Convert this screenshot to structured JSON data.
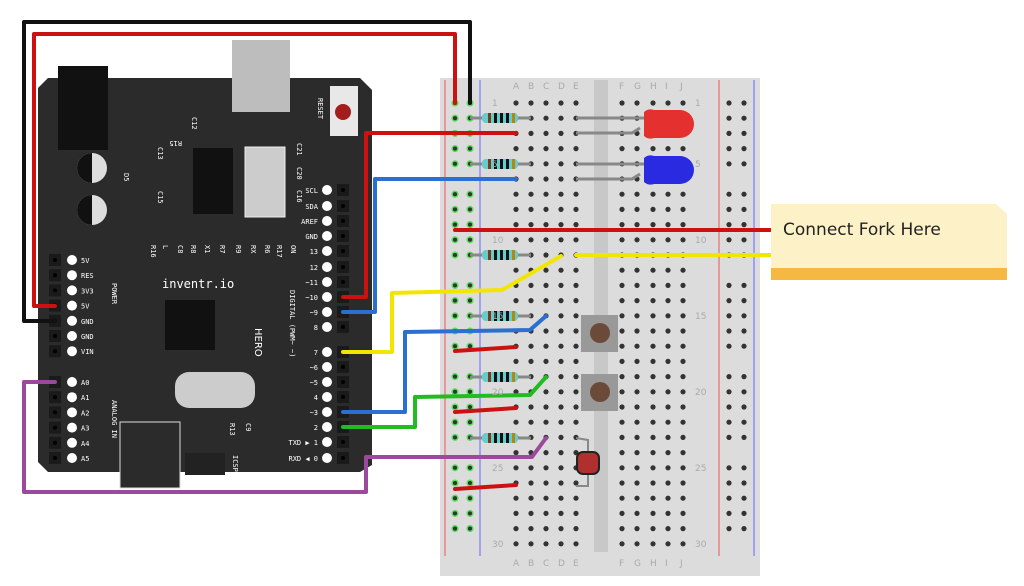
{
  "board": {
    "brand": "inventr.io",
    "logo_text": "HERO",
    "reset_label": "RESET",
    "section_labels": {
      "power": "POWER",
      "analog": "ANALOG IN",
      "digital": "DIGITAL (PWM~ ~)",
      "icsp": "ICSP"
    },
    "power_pins": [
      "5V",
      "RES",
      "3V3",
      "5V",
      "GND",
      "GND",
      "VIN"
    ],
    "analog_pins": [
      "A0",
      "A1",
      "A2",
      "A3",
      "A4",
      "A5"
    ],
    "digital_pins": [
      "SCL",
      "SDA",
      "AREF",
      "GND",
      "13",
      "12",
      "~11",
      "~10",
      "~9",
      "8",
      "7",
      "~6",
      "~5",
      "4",
      "~3",
      "2",
      "TXD ▶ 1",
      "RXD ◀ 0"
    ],
    "component_labels": [
      "R16",
      "L",
      "C8",
      "R8",
      "X1",
      "R7",
      "R9",
      "RX",
      "R6",
      "R17",
      "ON",
      "C21",
      "C20",
      "C16",
      "C13",
      "C15",
      "R15",
      "C12",
      "D5",
      "R13",
      "C9"
    ]
  },
  "breadboard": {
    "columns_left": [
      "A",
      "B",
      "C",
      "D",
      "E"
    ],
    "columns_right": [
      "F",
      "G",
      "H",
      "I",
      "J"
    ],
    "row_numbers": [
      "1",
      "5",
      "10",
      "15",
      "20",
      "25",
      "30"
    ]
  },
  "colors": {
    "red_wire": "#cc1111",
    "black_wire": "#111111",
    "blue_wire": "#2a6fd1",
    "yellow_wire": "#f2e600",
    "green_wire": "#22bb22",
    "purple_wire": "#9b4a9b",
    "board": "#2b2b2b",
    "note": "#fdf1c8",
    "note_bar": "#f5b942"
  },
  "note": {
    "text": "Connect Fork Here"
  }
}
